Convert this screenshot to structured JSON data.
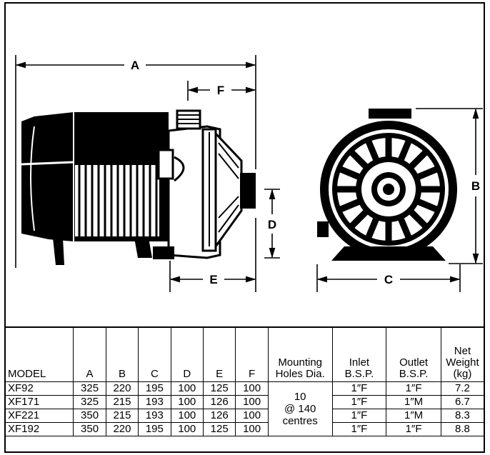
{
  "dimension_letters": {
    "a": "A",
    "b": "B",
    "c": "C",
    "d": "D",
    "e": "E",
    "f": "F"
  },
  "table": {
    "headers": {
      "model": "MODEL",
      "a": "A",
      "b": "B",
      "c": "C",
      "d": "D",
      "e": "E",
      "f": "F",
      "mounting_line1": "Mounting",
      "mounting_line2": "Holes Dia.",
      "inlet_line1": "Inlet",
      "inlet_line2": "B.S.P.",
      "outlet_line1": "Outlet",
      "outlet_line2": "B.S.P.",
      "weight_line1": "Net",
      "weight_line2": "Weight",
      "weight_line3": "(kg)"
    },
    "mounting": {
      "line1": "10",
      "line2": "@ 140",
      "line3": "centres"
    },
    "rows": [
      {
        "model": "XF92",
        "a": "325",
        "b": "220",
        "c": "195",
        "d": "100",
        "e": "125",
        "f": "100",
        "inlet": "1″F",
        "outlet": "1″F",
        "weight": "7.2"
      },
      {
        "model": "XF171",
        "a": "325",
        "b": "215",
        "c": "193",
        "d": "100",
        "e": "126",
        "f": "100",
        "inlet": "1″F",
        "outlet": "1″M",
        "weight": "6.7"
      },
      {
        "model": "XF221",
        "a": "350",
        "b": "215",
        "c": "193",
        "d": "100",
        "e": "126",
        "f": "100",
        "inlet": "1″F",
        "outlet": "1″M",
        "weight": "8.3"
      },
      {
        "model": "XF192",
        "a": "350",
        "b": "220",
        "c": "195",
        "d": "100",
        "e": "125",
        "f": "100",
        "inlet": "1″F",
        "outlet": "1″F",
        "weight": "8.8"
      }
    ]
  },
  "colors": {
    "ink": "#000000",
    "paper": "#ffffff"
  }
}
